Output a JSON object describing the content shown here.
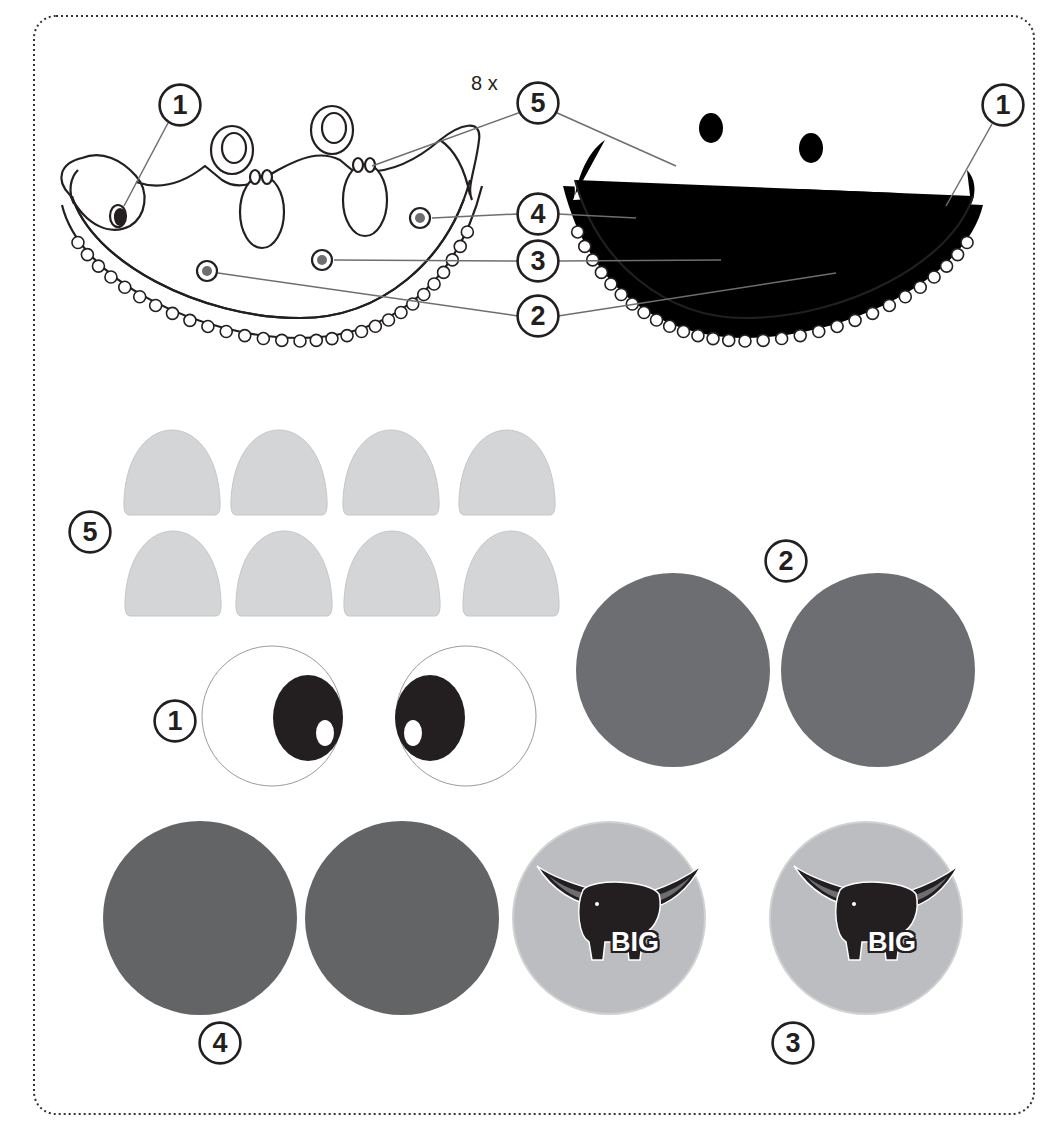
{
  "diagram": {
    "nodes": [
      {
        "text": [
          "1"
        ]
      },
      {
        "text": [
          "5"
        ]
      },
      {
        "text": [
          "1"
        ]
      },
      {
        "text": [
          "4"
        ]
      },
      {
        "text": [
          "3"
        ]
      },
      {
        "text": [
          "2"
        ]
      },
      {
        "text": [
          "5"
        ]
      },
      {
        "text": [
          "2"
        ]
      },
      {
        "text": [
          "1"
        ]
      },
      {
        "text": [
          "4"
        ]
      },
      {
        "text": [
          "3"
        ]
      },
      {
        "text": [
          "BIG"
        ]
      },
      {
        "text": [
          "BIG"
        ]
      }
    ],
    "labels": [
      "8 x"
    ]
  }
}
